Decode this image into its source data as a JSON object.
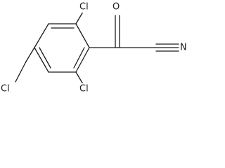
{
  "molecule": {
    "atoms": {
      "cl_top": "Cl",
      "cl_left": "Cl",
      "cl_bottom": "Cl",
      "oxygen": "O",
      "nitrogen": "N"
    }
  },
  "colors": {
    "bond": "#1a1a1a",
    "background": "#ffffff"
  }
}
